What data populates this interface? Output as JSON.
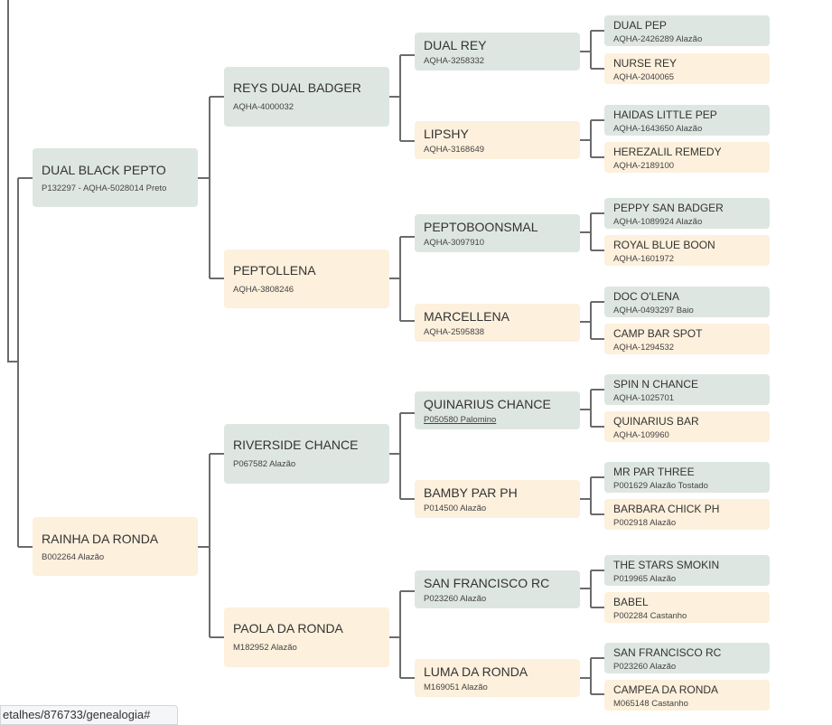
{
  "pedigree": {
    "subject": {
      "sire": {
        "name": "DUAL BLACK PEPTO",
        "reg": "P132297 - AQHA-5028014 Preto"
      },
      "dam": {
        "name": "RAINHA DA RONDA",
        "reg": "B002264 Alazão"
      }
    },
    "grandparents": [
      {
        "name": "REYS DUAL BADGER",
        "reg": "AQHA-4000032"
      },
      {
        "name": "PEPTOLLENA",
        "reg": "AQHA-3808246"
      },
      {
        "name": "RIVERSIDE CHANCE",
        "reg": "P067582 Alazão"
      },
      {
        "name": "PAOLA DA RONDA",
        "reg": "M182952 Alazão"
      }
    ],
    "great_grandparents": [
      {
        "name": "DUAL REY",
        "reg": "AQHA-3258332"
      },
      {
        "name": "LIPSHY",
        "reg": "AQHA-3168649"
      },
      {
        "name": "PEPTOBOONSMAL",
        "reg": "AQHA-3097910"
      },
      {
        "name": "MARCELLENA",
        "reg": "AQHA-2595838"
      },
      {
        "name": "QUINARIUS CHANCE",
        "reg": "P050580 Palomino"
      },
      {
        "name": "BAMBY PAR PH",
        "reg": "P014500 Alazão"
      },
      {
        "name": "SAN FRANCISCO RC",
        "reg": "P023260 Alazão"
      },
      {
        "name": "LUMA DA RONDA",
        "reg": "M169051 Alazão"
      }
    ],
    "great_great_grandparents": [
      {
        "name": "DUAL PEP",
        "reg": "AQHA-2426289 Alazão"
      },
      {
        "name": "NURSE REY",
        "reg": "AQHA-2040065"
      },
      {
        "name": "HAIDAS LITTLE PEP",
        "reg": "AQHA-1643650 Alazão"
      },
      {
        "name": "HEREZALIL REMEDY",
        "reg": "AQHA-2189100"
      },
      {
        "name": "PEPPY SAN BADGER",
        "reg": "AQHA-1089924 Alazão"
      },
      {
        "name": "ROYAL BLUE BOON",
        "reg": "AQHA-1601972"
      },
      {
        "name": "DOC O'LENA",
        "reg": "AQHA-0493297 Baio"
      },
      {
        "name": "CAMP BAR SPOT",
        "reg": "AQHA-1294532"
      },
      {
        "name": "SPIN N CHANCE",
        "reg": "AQHA-1025701"
      },
      {
        "name": "QUINARIUS BAR",
        "reg": "AQHA-109960"
      },
      {
        "name": "MR PAR THREE",
        "reg": "P001629 Alazão Tostado"
      },
      {
        "name": "BARBARA CHICK PH",
        "reg": "P002918 Alazão"
      },
      {
        "name": "THE STARS SMOKIN",
        "reg": "P019965 Alazão"
      },
      {
        "name": "BABEL",
        "reg": "P002284 Castanho"
      },
      {
        "name": "SAN FRANCISCO RC",
        "reg": "P023260 Alazão"
      },
      {
        "name": "CAMPEA DA RONDA",
        "reg": "M065148 Castanho"
      }
    ]
  },
  "status_bar": {
    "url": "etalhes/876733/genealogia#"
  },
  "colors": {
    "sire_bg": "#dee6e1",
    "dam_bg": "#fdf0dc",
    "connector": "#6b6b6b"
  }
}
